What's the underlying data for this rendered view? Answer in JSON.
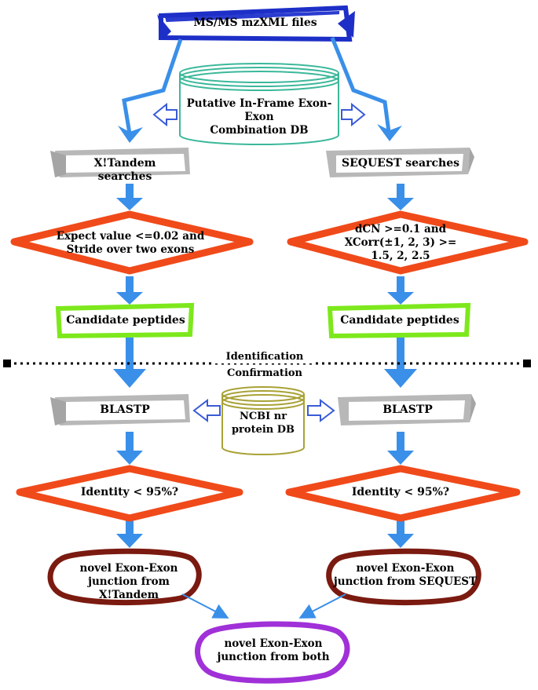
{
  "source": {
    "label": "MS/MS mzXML files",
    "color": "#1d2fc7"
  },
  "database": {
    "label": "Putative In-Frame Exon-Exon\nCombination DB",
    "color": "#3bb89a"
  },
  "ncbi_db": {
    "label": "NCBI nr\nprotein DB",
    "color": "#a8a236"
  },
  "left": {
    "search": "X!Tandem searches",
    "filter": "Expect value <=0.02 and\nStride over two exons",
    "candidates": "Candidate peptides",
    "blast": "BLASTP",
    "identity": "Identity < 95%?",
    "result": "novel Exon-Exon\njunction from X!Tandem"
  },
  "right": {
    "search": "SEQUEST searches",
    "filter": "dCN >=0.1 and\nXCorr(±1, 2, 3) >=\n1.5, 2, 2.5",
    "candidates": "Candidate peptides",
    "blast": "BLASTP",
    "identity": "Identity < 95%?",
    "result": "novel Exon-Exon\njunction from SEQUEST"
  },
  "divider": {
    "above": "Identification",
    "below": "Confirmation"
  },
  "final": {
    "label": "novel Exon-Exon\njunction from both",
    "color": "#a030d8"
  },
  "colors": {
    "search_box": "#b0b0b0",
    "filter_diamond": "#f04a1a",
    "candidate_box": "#7de81c",
    "result_oval": "#7b1a10",
    "arrow": "#3a8fe8"
  }
}
